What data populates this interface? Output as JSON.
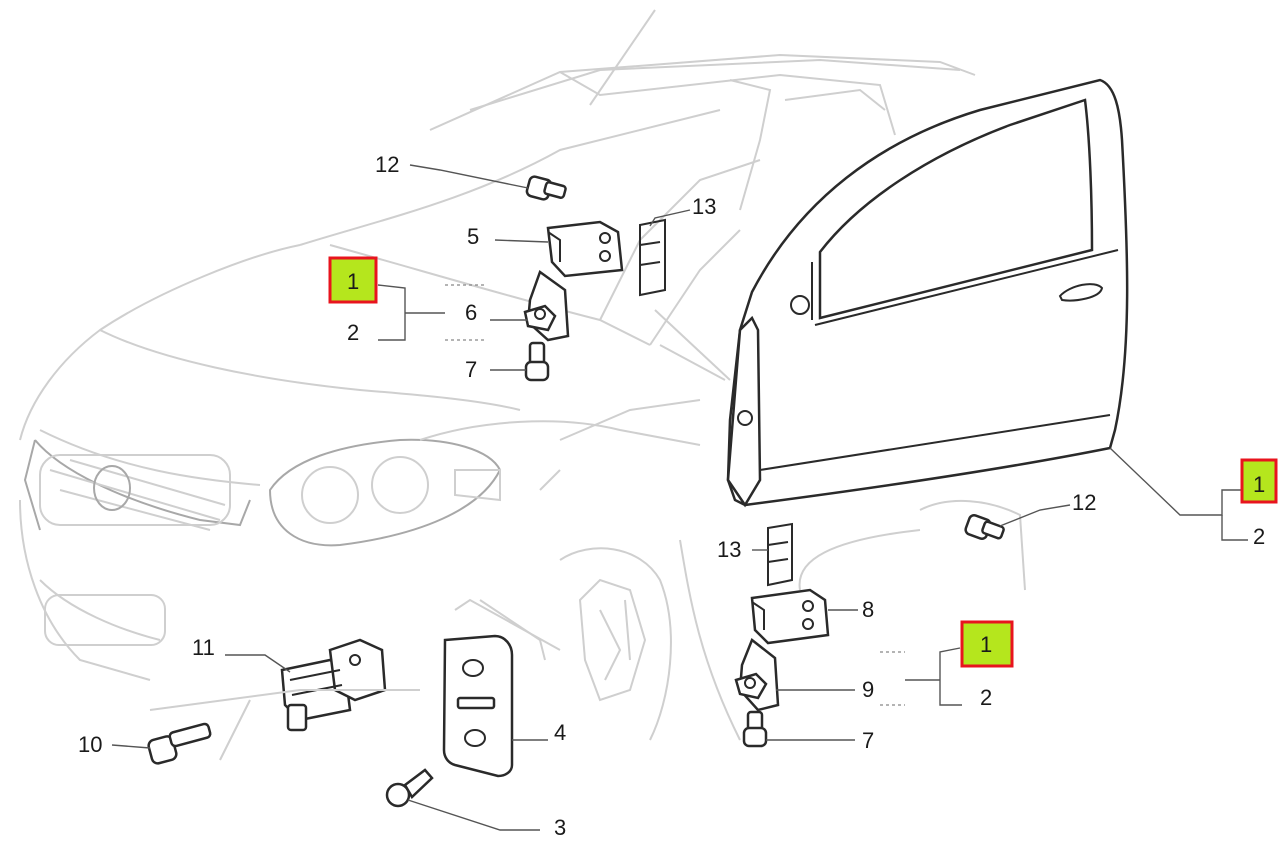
{
  "callouts": {
    "c12a": "12",
    "c5": "5",
    "c13a": "13",
    "c1a": "1",
    "c2a": "2",
    "c6": "6",
    "c7a": "7",
    "c1b": "1",
    "c2b": "2",
    "c12b": "12",
    "c13b": "13",
    "c8": "8",
    "c1c": "1",
    "c9": "9",
    "c2c": "2",
    "c7b": "7",
    "c11": "11",
    "c10": "10",
    "c4": "4",
    "c3": "3"
  },
  "highlight": {
    "fill": "#b5e61d",
    "border": "#e8141e"
  }
}
